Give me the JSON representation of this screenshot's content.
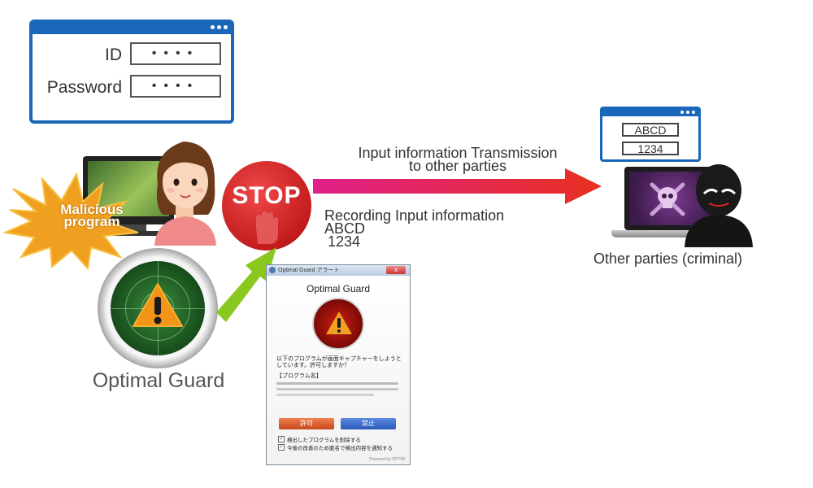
{
  "login": {
    "id_label": "ID",
    "password_label": "Password",
    "id_value": "••••",
    "password_value": "••••"
  },
  "victim": {
    "malicious_label_1": "Malicious",
    "malicious_label_2": "program"
  },
  "optimal_guard": {
    "label": "Optimal Guard"
  },
  "stop": {
    "text": "STOP"
  },
  "transmission": {
    "line1": "Input information Transmission",
    "line2": "to other parties"
  },
  "recording": {
    "line1": "Recording Input information",
    "line2": "ABCD",
    "line3": "1234"
  },
  "criminal": {
    "box1": "ABCD",
    "box2": "1234",
    "label": "Other parties (criminal)"
  },
  "dialog": {
    "title": "Optimal Guard アラート",
    "close": "x",
    "heading": "Optimal Guard",
    "message": "以下のプログラムが画面キャプチャーをしようとしています。許可しますか？",
    "program_label": "【プログラム名】",
    "allow_button": "許可",
    "deny_button": "禁止",
    "checkbox1": "検出したプログラムを削除する",
    "checkbox2": "今後の改善のため匿名で検出内容を通知する",
    "footer": "Powered by OPTIM"
  },
  "colors": {
    "window_blue": "#1a66b8",
    "stop_red": "#d42020",
    "arrow_start": "#e0208a",
    "arrow_end": "#e83020",
    "arrow_green": "#8ac820",
    "burst_orange": "#f0a020"
  }
}
